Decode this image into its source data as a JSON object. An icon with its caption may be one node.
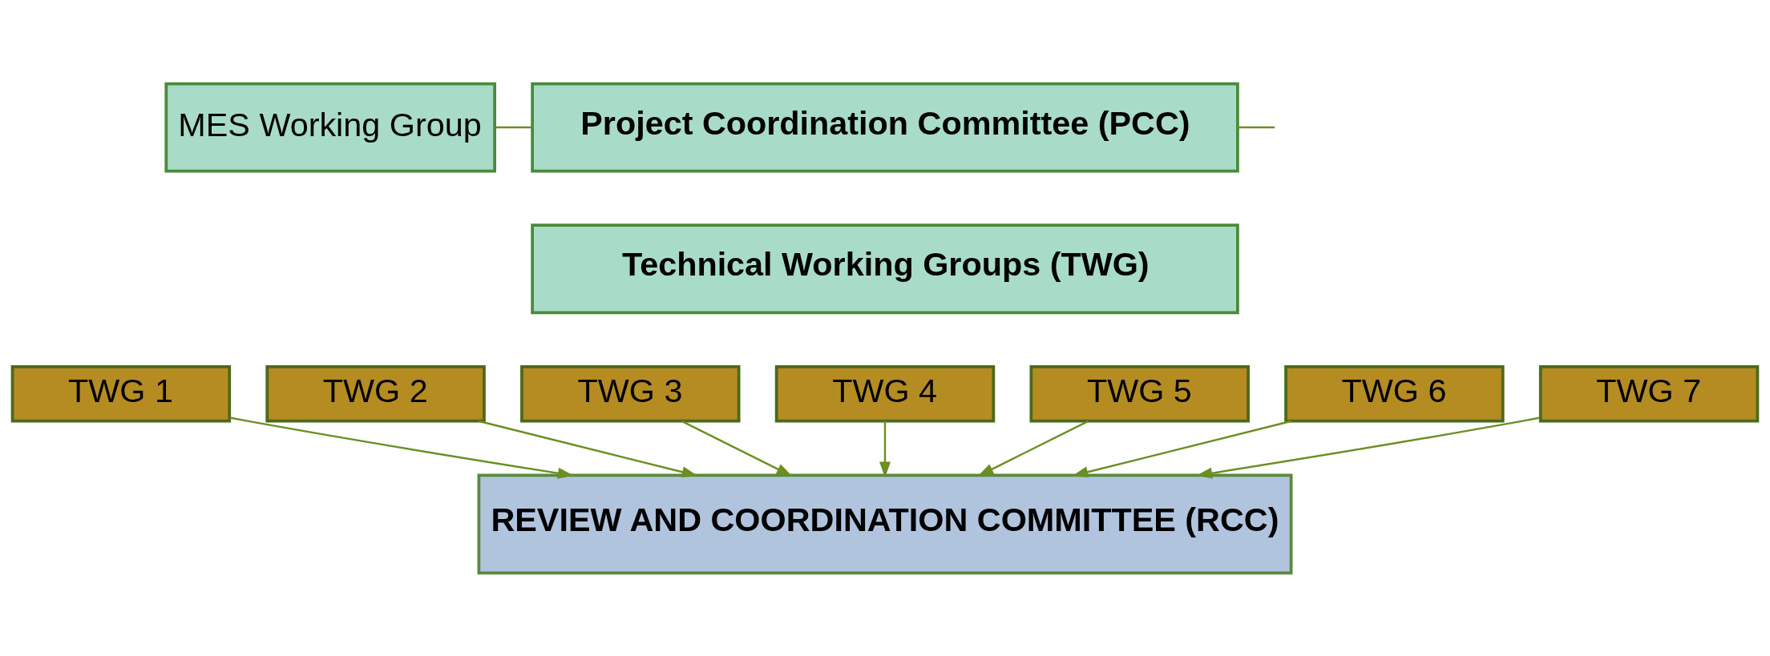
{
  "diagram": {
    "nodes": [
      {
        "text": [
          "MES Working Group"
        ]
      },
      {
        "text": [
          "Project Coordination Committee (PCC)"
        ]
      },
      {
        "text": [
          "Technical Working Groups (TWG)"
        ]
      },
      {
        "text": [
          "TWG 1"
        ]
      },
      {
        "text": [
          "TWG 2"
        ]
      },
      {
        "text": [
          "TWG 3"
        ]
      },
      {
        "text": [
          "TWG 4"
        ]
      },
      {
        "text": [
          "TWG 5"
        ]
      },
      {
        "text": [
          "TWG 6"
        ]
      },
      {
        "text": [
          "TWG 7"
        ]
      },
      {
        "text": [
          "REVIEW AND COORDINATION COMMITTEE (RCC)"
        ]
      }
    ],
    "edges": [
      {
        "from": 0,
        "to": 1,
        "arrow": "none"
      },
      {
        "from": 1,
        "to": null,
        "arrow": "none"
      },
      {
        "from": 3,
        "to": 10,
        "arrow": "to"
      },
      {
        "from": 4,
        "to": 10,
        "arrow": "to"
      },
      {
        "from": 5,
        "to": 10,
        "arrow": "to"
      },
      {
        "from": 6,
        "to": 10,
        "arrow": "to"
      },
      {
        "from": 7,
        "to": 10,
        "arrow": "to"
      },
      {
        "from": 8,
        "to": 10,
        "arrow": "to"
      },
      {
        "from": 9,
        "to": 10,
        "arrow": "to"
      }
    ]
  }
}
